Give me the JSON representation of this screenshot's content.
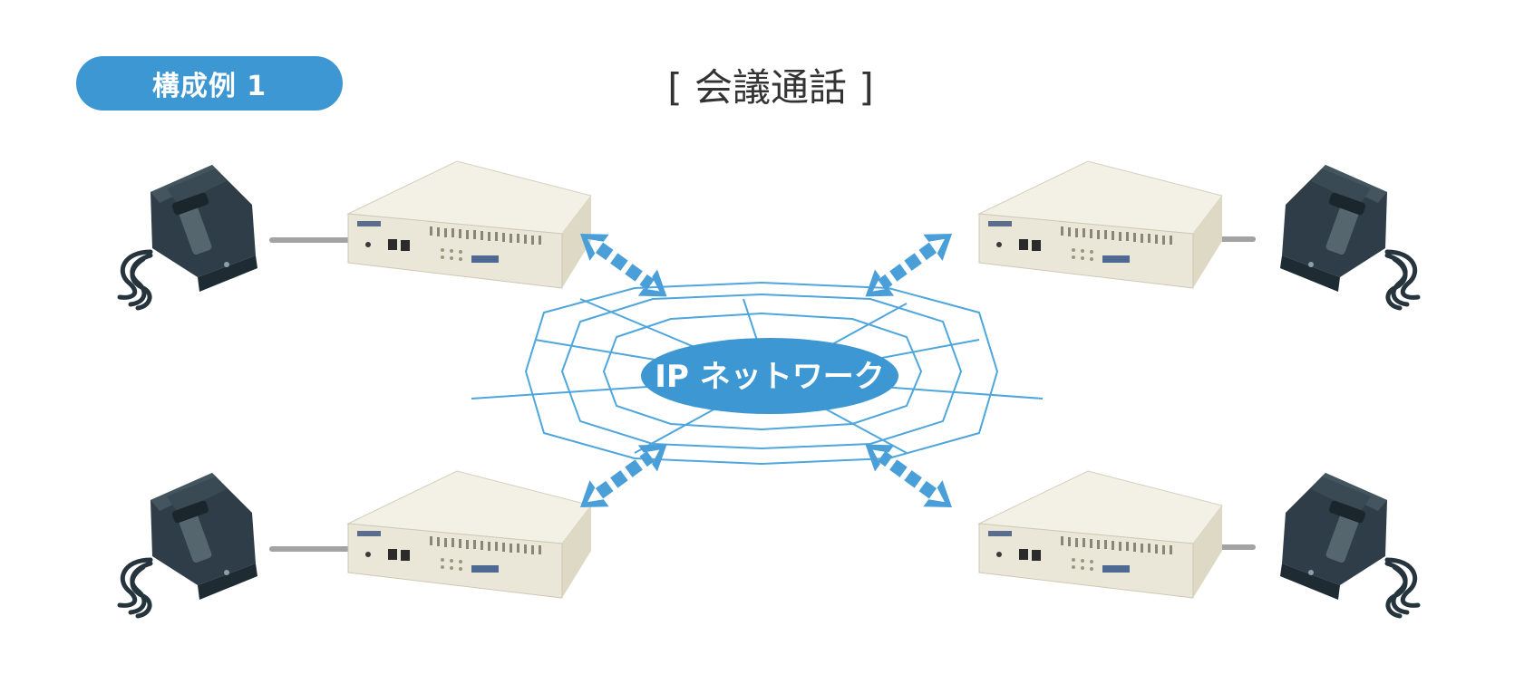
{
  "badge": {
    "label": "構成例 1"
  },
  "title": "[ 会議通話 ]",
  "network": {
    "label": "IP ネットワーク"
  },
  "colors": {
    "accent": "#3d97d3",
    "arrow": "#4a9fd8",
    "web": "#4ea6dc",
    "device_body": "#eeeadb",
    "phone": "#2c3b45",
    "cable": "#a3a3a3"
  }
}
